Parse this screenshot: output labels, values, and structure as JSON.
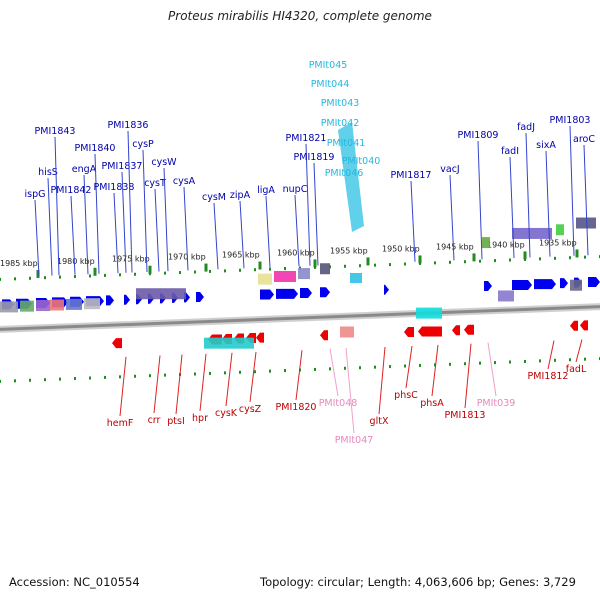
{
  "title": "Proteus mirabilis HI4320, complete genome",
  "footer": {
    "accession": "Accession: NC_010554",
    "summary": "Topology: circular; Length: 4,063,606 bp; Genes: 3,729"
  },
  "colors": {
    "forward_gene": "#0000ee",
    "reverse_gene": "#ee0000",
    "forward_rna": "#44c8e8",
    "reverse_rna": "#f09acb",
    "backbone": "#8a8a8a",
    "tick": "#228b22"
  },
  "scale_labels": [
    "1985 kbp",
    "1980 kbp",
    "1975 kbp",
    "1970 kbp",
    "1965 kbp",
    "1960 kbp",
    "1955 kbp",
    "1950 kbp",
    "1945 kbp",
    "1940 kbp",
    "1935 kbp"
  ],
  "forward_labels": [
    "ispG",
    "hisS",
    "PMI1843",
    "PMI1842",
    "engA",
    "PMI1840",
    "PMI1838",
    "PMI1837",
    "PMI1836",
    "cysP",
    "cysT",
    "cysW",
    "cysA",
    "cysM",
    "zipA",
    "ligA",
    "nupC",
    "PMI1821",
    "PMI1819",
    "PMI1817",
    "vacJ",
    "PMI1809",
    "fadI",
    "fadJ",
    "sixA",
    "PMI1803",
    "aroC"
  ],
  "forward_rna_labels": [
    "PMIt045",
    "PMIt044",
    "PMIt043",
    "PMIt042",
    "PMIt041",
    "PMIt040",
    "PMIt046"
  ],
  "reverse_labels": [
    "hemF",
    "crr",
    "ptsI",
    "hpr",
    "cysK",
    "cysZ",
    "PMI1820",
    "gltX",
    "phsC",
    "phsA",
    "PMI1813",
    "PMI1812",
    "fadL"
  ],
  "reverse_rna_labels": [
    "PMIt048",
    "PMIt047",
    "PMIt039"
  ]
}
